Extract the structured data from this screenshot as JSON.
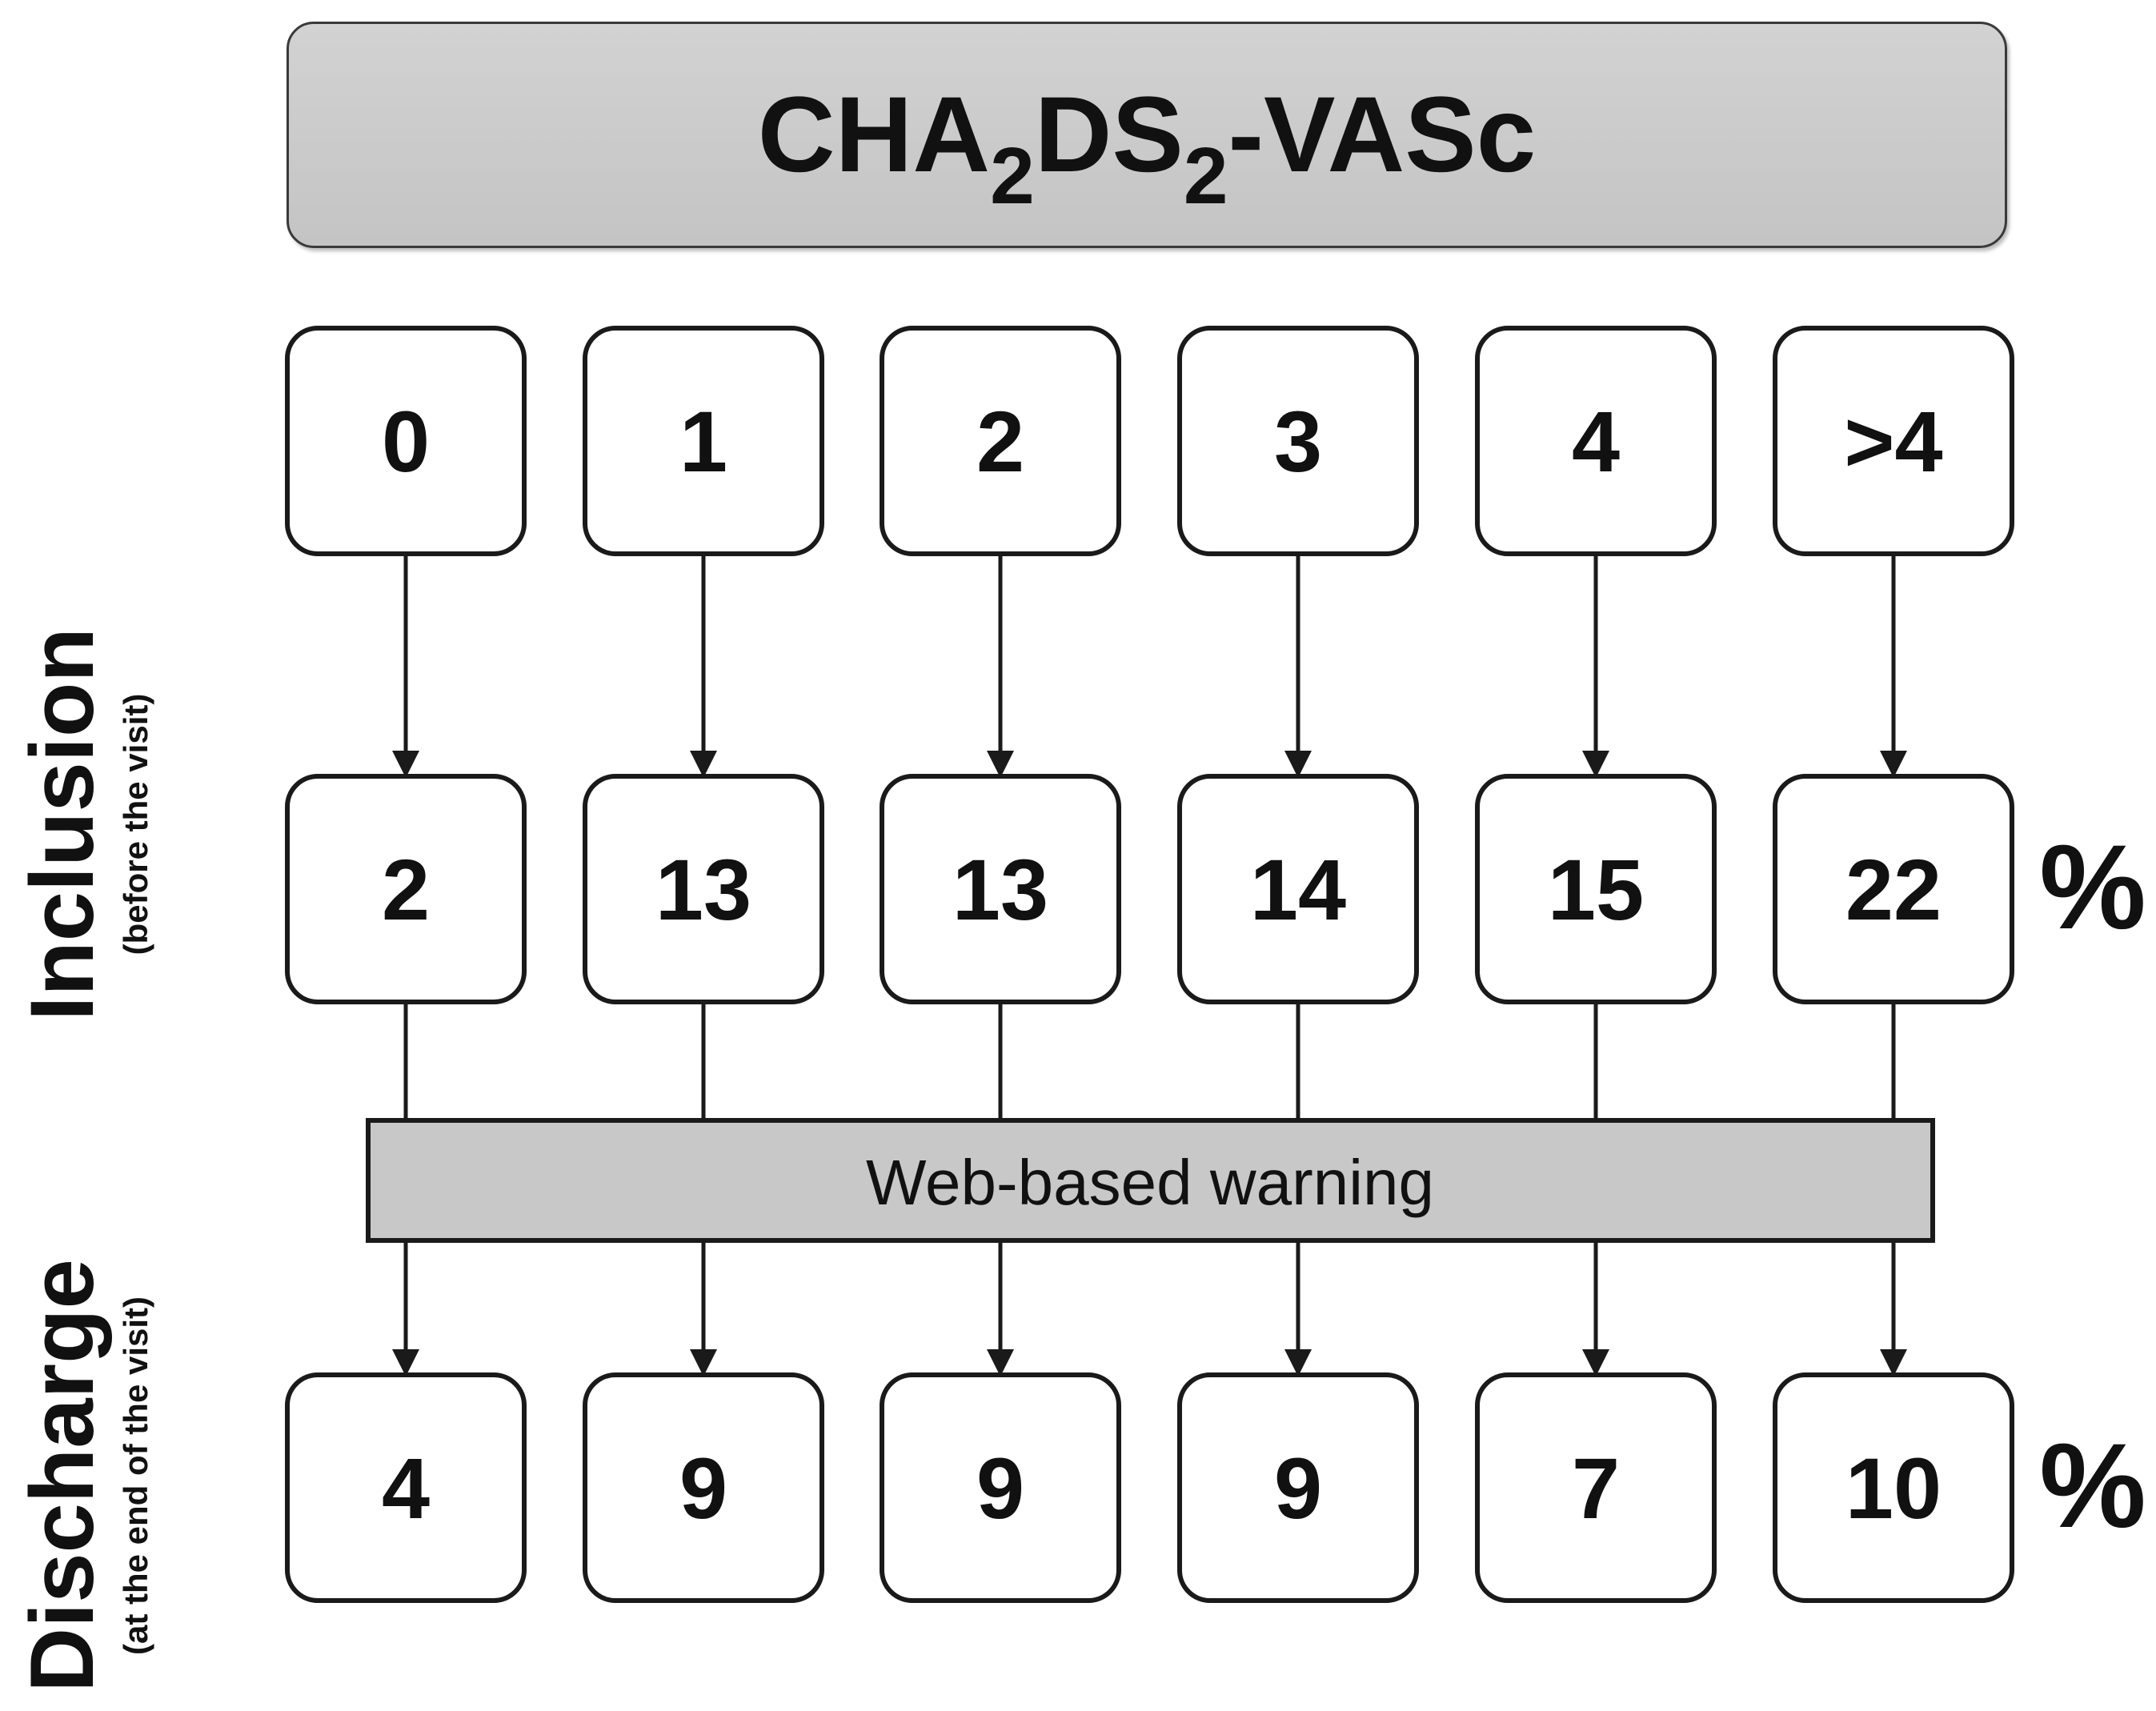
{
  "title": {
    "prefix": "CHA",
    "sub1": "2",
    "middle": "DS",
    "sub2": "2",
    "suffix": "-VASc"
  },
  "scores": [
    "0",
    "1",
    "2",
    "3",
    "4",
    ">4"
  ],
  "inclusion": {
    "label": "Inclusion",
    "sublabel": "(before the visit)",
    "values": [
      "2",
      "13",
      "13",
      "14",
      "15",
      "22"
    ],
    "unit": "%"
  },
  "warning": {
    "label": "Web-based warning"
  },
  "discharge": {
    "label": "Discharge",
    "sublabel": "(at the end of the visit)",
    "values": [
      "4",
      "9",
      "9",
      "9",
      "7",
      "10"
    ],
    "unit": "%"
  },
  "colors": {
    "title_fill": "#c8c8c8",
    "warning_fill": "#c8c8c8",
    "stroke": "#1a1a1a",
    "text": "#111111"
  }
}
